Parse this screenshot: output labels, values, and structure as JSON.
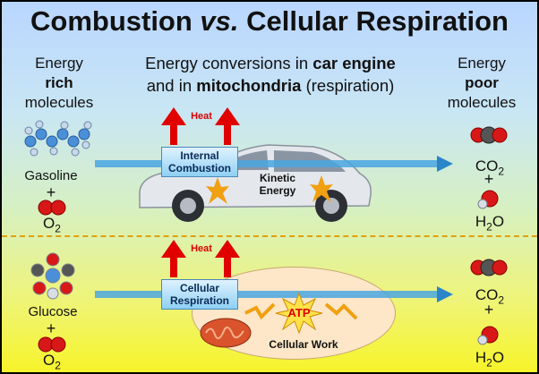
{
  "title": {
    "part1": "Combustion ",
    "vs": "vs.",
    "part2": " Cellular Respiration"
  },
  "left_header": {
    "line1": "Energy",
    "line2": "rich",
    "line3": "molecules"
  },
  "right_header": {
    "line1": "Energy",
    "line2": "poor",
    "line3": "molecules"
  },
  "subtitle": {
    "line1_pre": "Energy conversions in ",
    "line1_bold": "car engine",
    "line2_pre": "and in ",
    "line2_bold": "mitochondria",
    "line2_post": " (respiration)"
  },
  "top": {
    "input1": "Gasoline",
    "plus": "+",
    "input2_main": "O",
    "input2_sub": "2",
    "process_line1": "Internal",
    "process_line2": "Combustion",
    "heat": "Heat",
    "work_line1": "Kinetic",
    "work_line2": "Energy",
    "output1_main": "CO",
    "output1_sub": "2",
    "output2_main": "H",
    "output2_sub": "2",
    "output2_tail": "O"
  },
  "bottom": {
    "input1": "Glucose",
    "plus": "+",
    "input2_main": "O",
    "input2_sub": "2",
    "process_line1": "Cellular",
    "process_line2": "Respiration",
    "heat": "Heat",
    "atp": "ATP",
    "work": "Cellular Work",
    "output1_main": "CO",
    "output1_sub": "2",
    "output2_main": "H",
    "output2_sub": "2",
    "output2_tail": "O"
  },
  "colors": {
    "oxygen": "#d81818",
    "carbon": "#555555",
    "hydrogen": "#d8dde6",
    "molecule_blue": "#4a8fd8",
    "arrow": "#4aa6e0",
    "heat": "#e00000"
  }
}
